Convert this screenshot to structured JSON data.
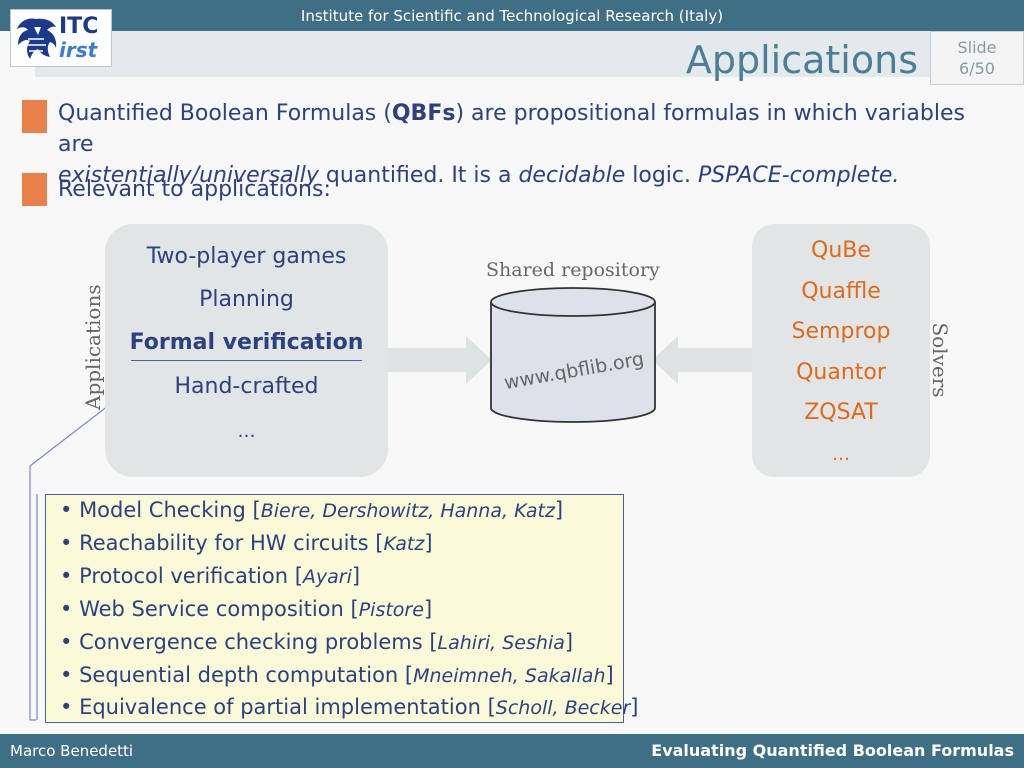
{
  "header": {
    "institute": "Institute for Scientific and Technological Research (Italy)",
    "logo_line1": "ITC",
    "logo_line2": "irst",
    "title": "Applications",
    "slide_label": "Slide",
    "slide_number": "6/50"
  },
  "bullets": [
    {
      "part1": "Quantified Boolean Formulas (",
      "bold": "QBFs",
      "part2": ") are propositional formulas in which variables are",
      "italic1": "existentially/universally",
      "part3": " quantified. It is a ",
      "italic2": "decidable",
      "part4": " logic. ",
      "italic3": "PSPACE-complete."
    },
    {
      "text": "Relevant to applications:"
    }
  ],
  "applications": {
    "vertical_label": "Applications",
    "items": [
      "Two-player games",
      "Planning",
      "Formal verification",
      "Hand-crafted",
      "…"
    ]
  },
  "repository": {
    "label": "Shared repository",
    "url": "www.qbflib.org"
  },
  "solvers": {
    "vertical_label": "Solvers",
    "items": [
      "QuBe",
      "Quaffle",
      "Semprop",
      "Quantor",
      "ZQSAT",
      "…"
    ]
  },
  "references": [
    {
      "text": "Model Checking [",
      "authors": "Biere, Dershowitz, Hanna, Katz",
      "close": "]"
    },
    {
      "text": "Reachability for HW circuits [",
      "authors": "Katz",
      "close": "]"
    },
    {
      "text": "Protocol verification [",
      "authors": "Ayari",
      "close": "]"
    },
    {
      "text": "Web Service composition [",
      "authors": "Pistore",
      "close": "]"
    },
    {
      "text": "Convergence checking problems [",
      "authors": "Lahiri, Seshia",
      "close": "]"
    },
    {
      "text": "Sequential depth computation [",
      "authors": "Mneimneh, Sakallah",
      "close": "]"
    },
    {
      "text": "Equivalence of partial implementation [",
      "authors": "Scholl, Becker",
      "close": "]"
    }
  ],
  "footer": {
    "author": "Marco Benedetti",
    "title": "Evaluating Quantified Boolean Formulas"
  },
  "colors": {
    "header_bar": "#3f6f84",
    "accent_bullet": "#e8804a",
    "text_blue": "#2d4080",
    "solver_orange": "#e06a1a",
    "box_gray": "#e1e5e5",
    "reference_bg": "#fafad8"
  }
}
